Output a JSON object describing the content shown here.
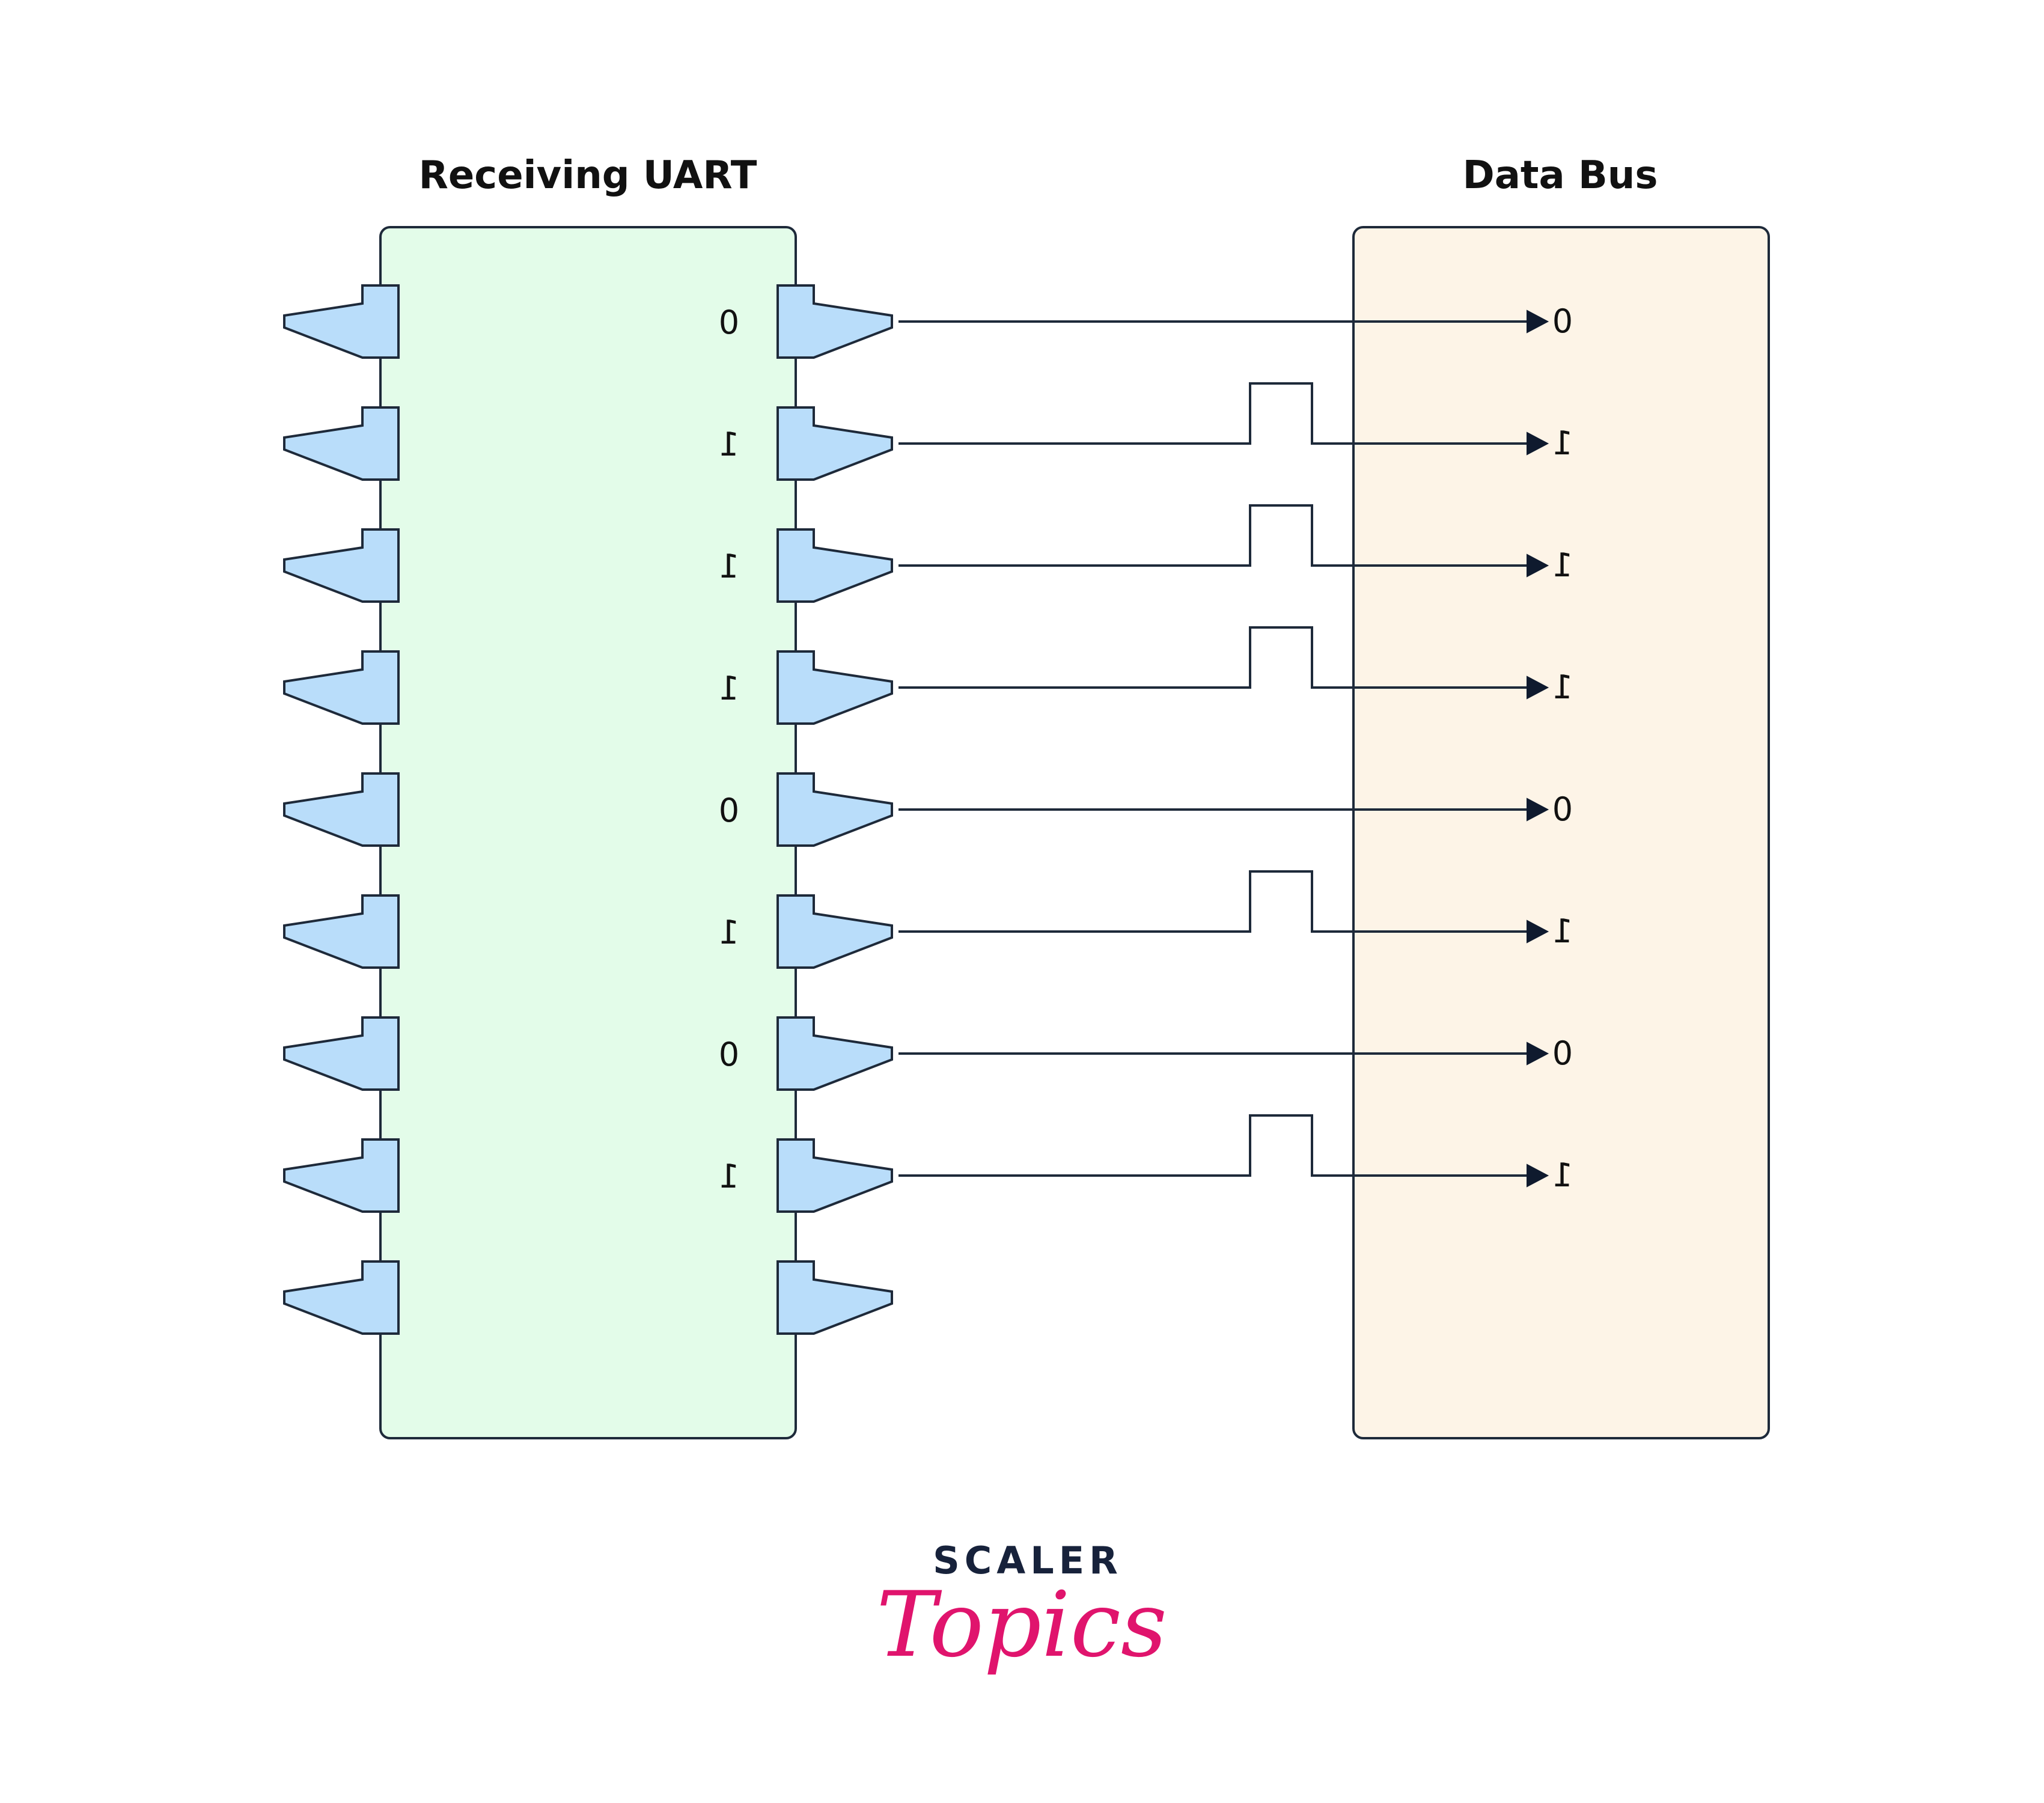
{
  "blocks": {
    "receiver": {
      "title": "Receiving UART"
    },
    "bus": {
      "title": "Data Bus"
    }
  },
  "bits": [
    "0",
    "1",
    "1",
    "1",
    "0",
    "1",
    "0",
    "1"
  ],
  "logo": {
    "line1": "SCALER",
    "line2": "Topics"
  },
  "colors": {
    "receiver_fill": "#e3fce9",
    "bus_fill": "#fdf4e7",
    "pin_fill": "#b9ddfa",
    "stroke": "#1e2a3a",
    "text": "#111111",
    "logo_dark": "#17223b",
    "logo_accent": "#e0146d"
  }
}
